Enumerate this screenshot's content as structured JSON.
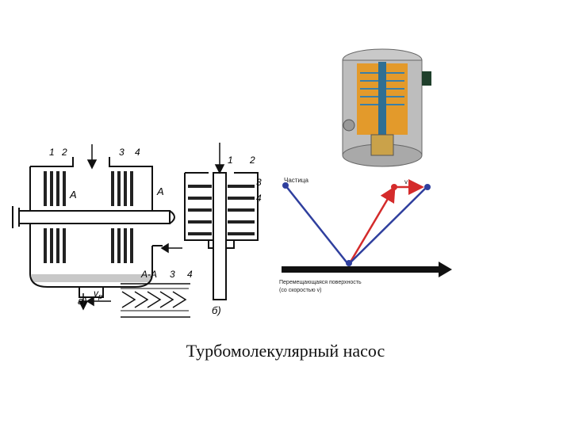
{
  "caption": "Турбомолекулярный насос",
  "drawing_a": {
    "labels": [
      "1",
      "2",
      "3",
      "4"
    ],
    "section_marker": "A",
    "section_label": "A-A",
    "section_labels": [
      "3",
      "4"
    ],
    "flow_label": "v",
    "flow_subscript": "p",
    "sublabel": "а)"
  },
  "drawing_b": {
    "labels": [
      "1",
      "2",
      "3",
      "4"
    ],
    "sublabel": "б)"
  },
  "vector_diagram": {
    "particle_label": "Частица",
    "velocity_label": "v",
    "surface_label_line1": "Перемещающаяся поверхность",
    "surface_label_line2": "(со скоростью v)",
    "colors": {
      "incoming": "#2f3f9e",
      "reflected": "#d42b2b",
      "resultant": "#2f3f9e",
      "point": "#2f3f9e",
      "surface": "#111111"
    }
  },
  "photo": {
    "icon": "turbopump-cutaway-illustration"
  }
}
